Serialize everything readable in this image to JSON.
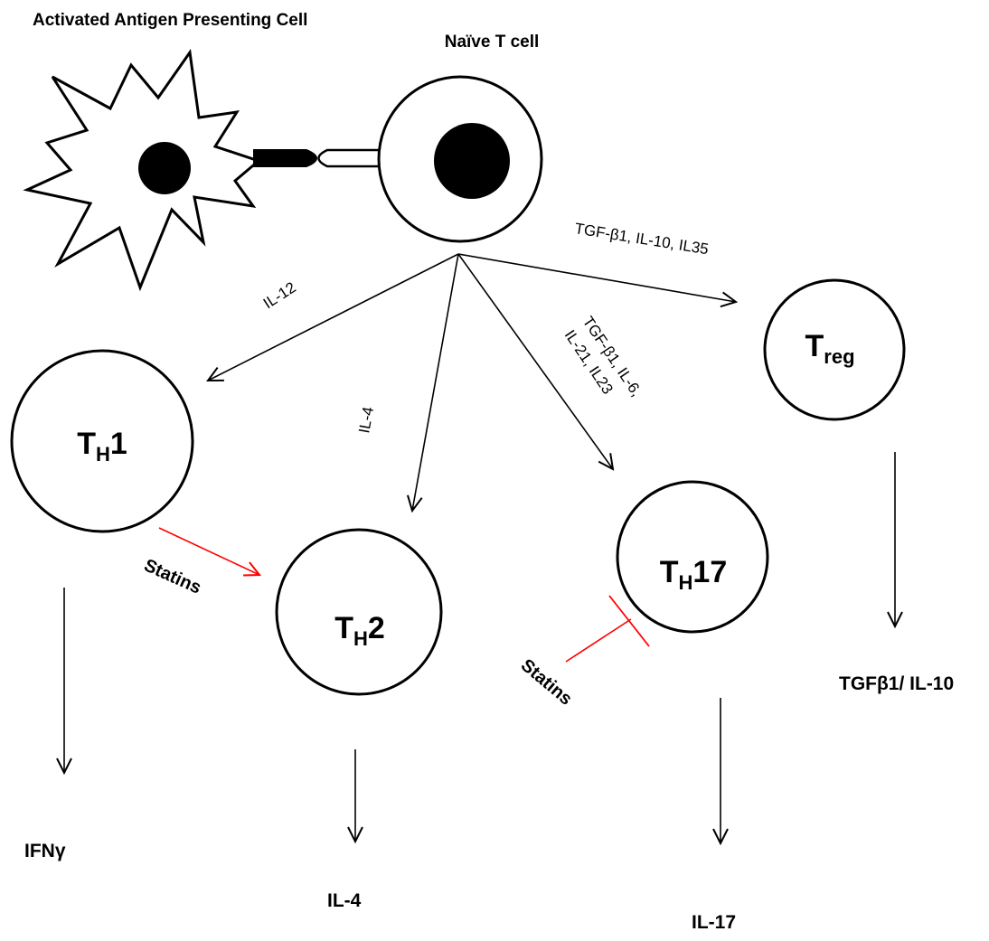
{
  "labels": {
    "apc_title": "Activated Antigen Presenting Cell",
    "naive_title": "Naïve T cell"
  },
  "cytokines": {
    "il12": "IL-12",
    "il4": "IL-4",
    "th17_line1": "TGF-β1, IL-6,",
    "th17_line2": "IL-21, IL23",
    "treg": "TGF-β1, IL-10, IL35"
  },
  "cells": {
    "th1": {
      "main": "T",
      "sub": "H",
      "suffix": "1"
    },
    "th2": {
      "main": "T",
      "sub": "H",
      "suffix": "2"
    },
    "th17": {
      "main": "T",
      "sub": "H",
      "suffix": "17"
    },
    "treg": {
      "main": "T",
      "sub": "reg",
      "suffix": ""
    }
  },
  "outputs": {
    "th1": "IFNγ",
    "th2": "IL-4",
    "th17": "IL-17",
    "treg": "TGFβ1/ IL-10"
  },
  "statins": {
    "promote": "Statins",
    "inhibit": "Statins"
  },
  "colors": {
    "outline": "#000000",
    "statin": "#ff0000",
    "background": "#ffffff"
  }
}
